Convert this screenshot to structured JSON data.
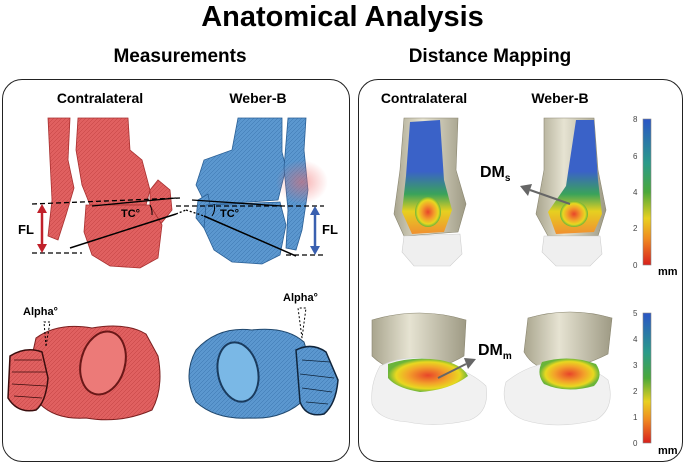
{
  "title": "Anatomical Analysis",
  "left_section": {
    "title": "Measurements",
    "columns": [
      "Contralateral",
      "Weber-B"
    ],
    "labels": {
      "fl_left": "FL",
      "fl_right": "FL",
      "tc_left": "TC°",
      "tc_right": "TC°",
      "alpha_left": "Alpha°",
      "alpha_right": "Alpha°"
    },
    "colors": {
      "contralateral": "#d9534f",
      "weber_b": "#4a8ac4",
      "fl_arrow_left": "#c0202a",
      "fl_arrow_right": "#3a60b0"
    }
  },
  "right_section": {
    "title": "Distance Mapping",
    "columns": [
      "Contralateral",
      "Weber-B"
    ],
    "dm_s": {
      "main": "DM",
      "sub": "s"
    },
    "dm_m": {
      "main": "DM",
      "sub": "m"
    },
    "colorbar_top": {
      "ticks": [
        "8",
        "6",
        "4",
        "2",
        "0"
      ],
      "unit": "mm",
      "max": 8,
      "min": 0
    },
    "colorbar_bottom": {
      "ticks": [
        "5",
        "4",
        "3",
        "2",
        "1",
        "0"
      ],
      "unit": "mm",
      "max": 5,
      "min": 0
    },
    "colormap": [
      "#2a55c6",
      "#2a9a5a",
      "#e8d020",
      "#f08a20",
      "#d8201c"
    ]
  }
}
